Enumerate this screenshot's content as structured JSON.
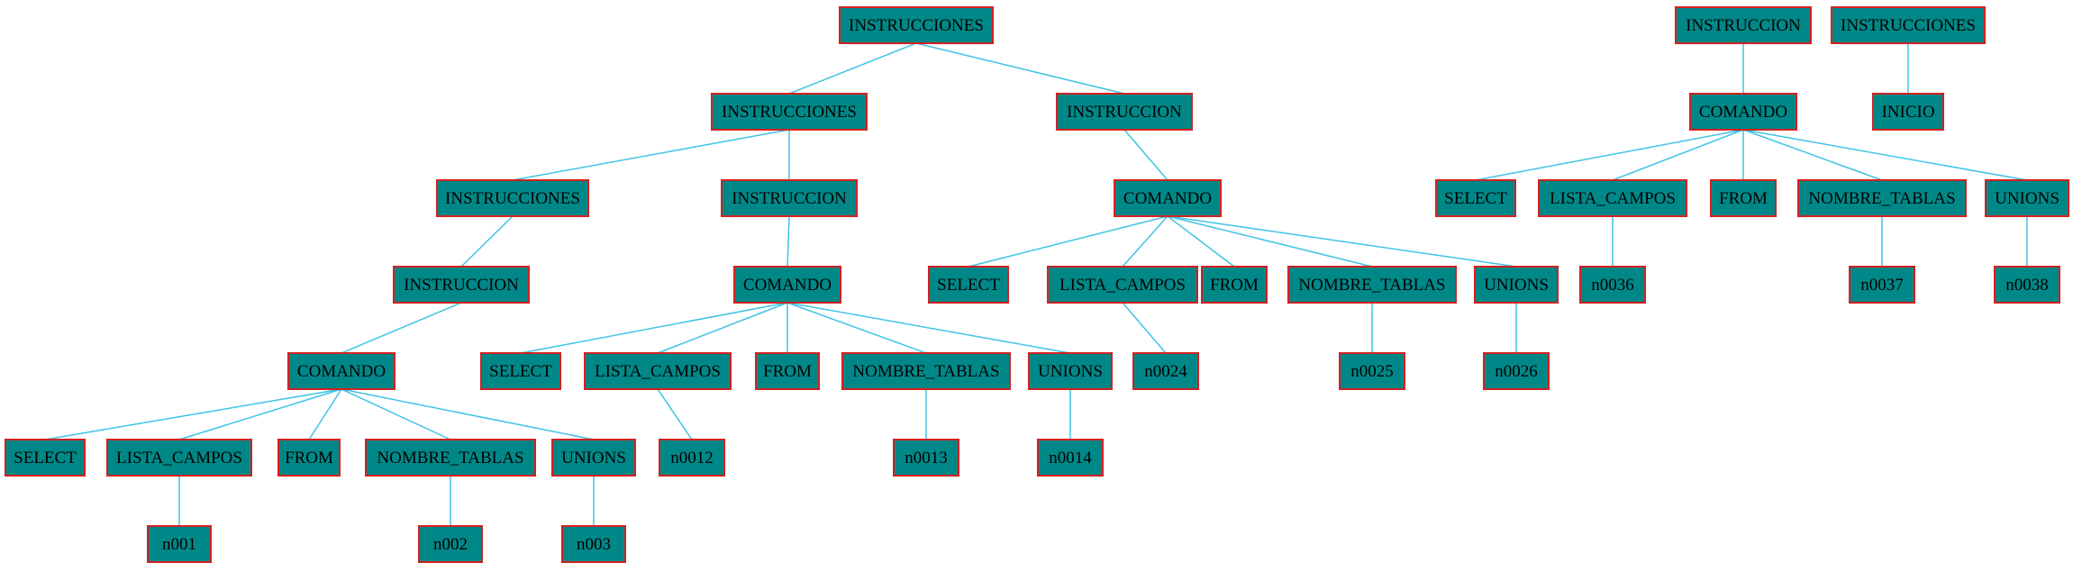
{
  "colors": {
    "node_fill": "#008888",
    "node_border": "#d42020",
    "edge": "#3fc3e6",
    "text": "#000000"
  },
  "diagram": {
    "nodes": [
      {
        "id": "a1",
        "label": "INSTRUCCIONES"
      },
      {
        "id": "a2",
        "label": "INSTRUCCIONES"
      },
      {
        "id": "a3",
        "label": "INSTRUCCION"
      },
      {
        "id": "a4",
        "label": "INSTRUCCIONES"
      },
      {
        "id": "a5",
        "label": "INSTRUCCION"
      },
      {
        "id": "a6",
        "label": "INSTRUCCION"
      },
      {
        "id": "c1",
        "label": "COMANDO"
      },
      {
        "id": "c1s",
        "label": "SELECT"
      },
      {
        "id": "c1l",
        "label": "LISTA_CAMPOS"
      },
      {
        "id": "c1f",
        "label": "FROM"
      },
      {
        "id": "c1n",
        "label": "NOMBRE_TABLAS"
      },
      {
        "id": "c1u",
        "label": "UNIONS"
      },
      {
        "id": "c1l0",
        "label": "n001"
      },
      {
        "id": "c1n0",
        "label": "n002"
      },
      {
        "id": "c1u0",
        "label": "n003"
      },
      {
        "id": "c2",
        "label": "COMANDO"
      },
      {
        "id": "c2s",
        "label": "SELECT"
      },
      {
        "id": "c2l",
        "label": "LISTA_CAMPOS"
      },
      {
        "id": "c2f",
        "label": "FROM"
      },
      {
        "id": "c2n",
        "label": "NOMBRE_TABLAS"
      },
      {
        "id": "c2u",
        "label": "UNIONS"
      },
      {
        "id": "c2l0",
        "label": "n0012"
      },
      {
        "id": "c2n0",
        "label": "n0013"
      },
      {
        "id": "c2u0",
        "label": "n0014"
      },
      {
        "id": "c3",
        "label": "COMANDO"
      },
      {
        "id": "c3s",
        "label": "SELECT"
      },
      {
        "id": "c3l",
        "label": "LISTA_CAMPOS"
      },
      {
        "id": "c3f",
        "label": "FROM"
      },
      {
        "id": "c3n",
        "label": "NOMBRE_TABLAS"
      },
      {
        "id": "c3u",
        "label": "UNIONS"
      },
      {
        "id": "c3l0",
        "label": "n0024"
      },
      {
        "id": "c3n0",
        "label": "n0025"
      },
      {
        "id": "c3u0",
        "label": "n0026"
      },
      {
        "id": "b1",
        "label": "INSTRUCCION"
      },
      {
        "id": "c4",
        "label": "COMANDO"
      },
      {
        "id": "c4s",
        "label": "SELECT"
      },
      {
        "id": "c4l",
        "label": "LISTA_CAMPOS"
      },
      {
        "id": "c4f",
        "label": "FROM"
      },
      {
        "id": "c4n",
        "label": "NOMBRE_TABLAS"
      },
      {
        "id": "c4u",
        "label": "UNIONS"
      },
      {
        "id": "c4l0",
        "label": "n0036"
      },
      {
        "id": "c4n0",
        "label": "n0037"
      },
      {
        "id": "c4u0",
        "label": "n0038"
      },
      {
        "id": "d1",
        "label": "INSTRUCCIONES"
      },
      {
        "id": "d2",
        "label": "INICIO"
      }
    ],
    "edges": [
      [
        "a1",
        "a2"
      ],
      [
        "a1",
        "a3"
      ],
      [
        "a2",
        "a4"
      ],
      [
        "a2",
        "a5"
      ],
      [
        "a4",
        "a6"
      ],
      [
        "a6",
        "c1"
      ],
      [
        "c1",
        "c1s"
      ],
      [
        "c1",
        "c1l"
      ],
      [
        "c1",
        "c1f"
      ],
      [
        "c1",
        "c1n"
      ],
      [
        "c1",
        "c1u"
      ],
      [
        "c1l",
        "c1l0"
      ],
      [
        "c1n",
        "c1n0"
      ],
      [
        "c1u",
        "c1u0"
      ],
      [
        "a5",
        "c2"
      ],
      [
        "c2",
        "c2s"
      ],
      [
        "c2",
        "c2l"
      ],
      [
        "c2",
        "c2f"
      ],
      [
        "c2",
        "c2n"
      ],
      [
        "c2",
        "c2u"
      ],
      [
        "c2l",
        "c2l0"
      ],
      [
        "c2n",
        "c2n0"
      ],
      [
        "c2u",
        "c2u0"
      ],
      [
        "a3",
        "c3"
      ],
      [
        "c3",
        "c3s"
      ],
      [
        "c3",
        "c3l"
      ],
      [
        "c3",
        "c3f"
      ],
      [
        "c3",
        "c3n"
      ],
      [
        "c3",
        "c3u"
      ],
      [
        "c3l",
        "c3l0"
      ],
      [
        "c3n",
        "c3n0"
      ],
      [
        "c3u",
        "c3u0"
      ],
      [
        "b1",
        "c4"
      ],
      [
        "c4",
        "c4s"
      ],
      [
        "c4",
        "c4l"
      ],
      [
        "c4",
        "c4f"
      ],
      [
        "c4",
        "c4n"
      ],
      [
        "c4",
        "c4u"
      ],
      [
        "c4l",
        "c4l0"
      ],
      [
        "c4n",
        "c4n0"
      ],
      [
        "c4u",
        "c4u0"
      ],
      [
        "d1",
        "d2"
      ]
    ]
  }
}
